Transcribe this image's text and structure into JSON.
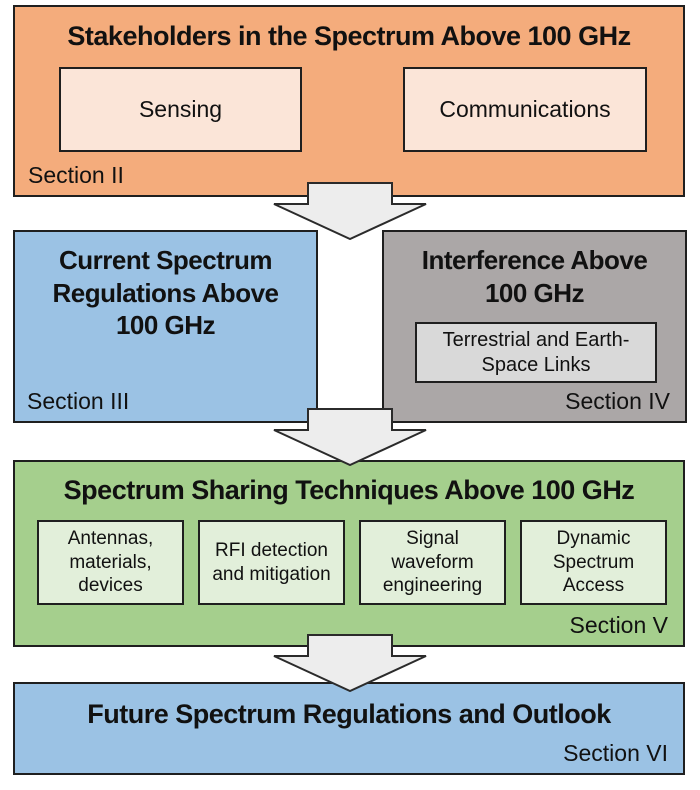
{
  "figure": {
    "background": "#FFFFFF",
    "border_color": "#1F1F1F",
    "arrow": {
      "direction": "down",
      "count": 3,
      "fill": "#EDEDED",
      "stroke": "#2B2B2B"
    },
    "boxes": {
      "stakeholders": {
        "title": "Stakeholders in the Spectrum Above 100 GHz",
        "section": "Section II",
        "color": "#F4AC7C",
        "child_color": "#FBE5D8",
        "children": [
          "Sensing",
          "Communications"
        ]
      },
      "current_regulations": {
        "title": "Current Spectrum Regulations Above 100 GHz",
        "section": "Section III",
        "color": "#9BC2E4"
      },
      "interference": {
        "title": "Interference Above 100 GHz",
        "section": "Section IV",
        "color": "#ABA7A7",
        "child_color": "#D9D9D9",
        "children": [
          "Terrestrial and Earth-Space Links"
        ]
      },
      "sharing_techniques": {
        "title": "Spectrum Sharing Techniques Above 100 GHz",
        "section": "Section V",
        "color": "#A5CF8D",
        "child_color": "#E2EFDA",
        "children": [
          "Antennas, materials, devices",
          "RFI detection and mitigation",
          "Signal waveform engineering",
          "Dynamic Spectrum Access"
        ]
      },
      "future_outlook": {
        "title": "Future Spectrum Regulations and Outlook",
        "section": "Section VI",
        "color": "#9BC2E4"
      }
    }
  }
}
